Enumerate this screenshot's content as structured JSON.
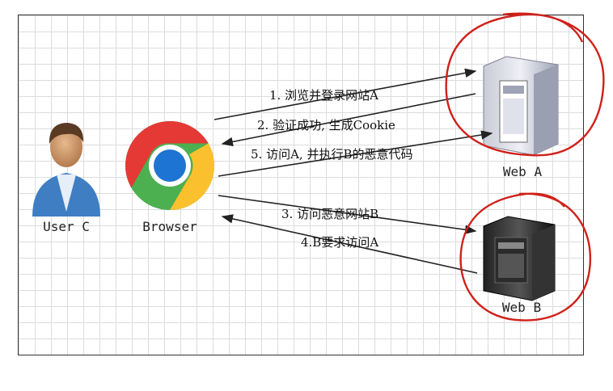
{
  "nodes": {
    "user": "User C",
    "browser": "Browser",
    "web_a": "Web A",
    "web_b": "Web B"
  },
  "steps": {
    "s1": "1. 浏览并登录网站A",
    "s2": "2. 验证成功, 生成Cookie",
    "s5": "5. 访问A, 并执行B的恶意代码",
    "s3": "3. 访问恶意网站B",
    "s4": "4.B要求访问A"
  },
  "colors": {
    "annotation": "#d0201a",
    "arrow": "#222222"
  }
}
